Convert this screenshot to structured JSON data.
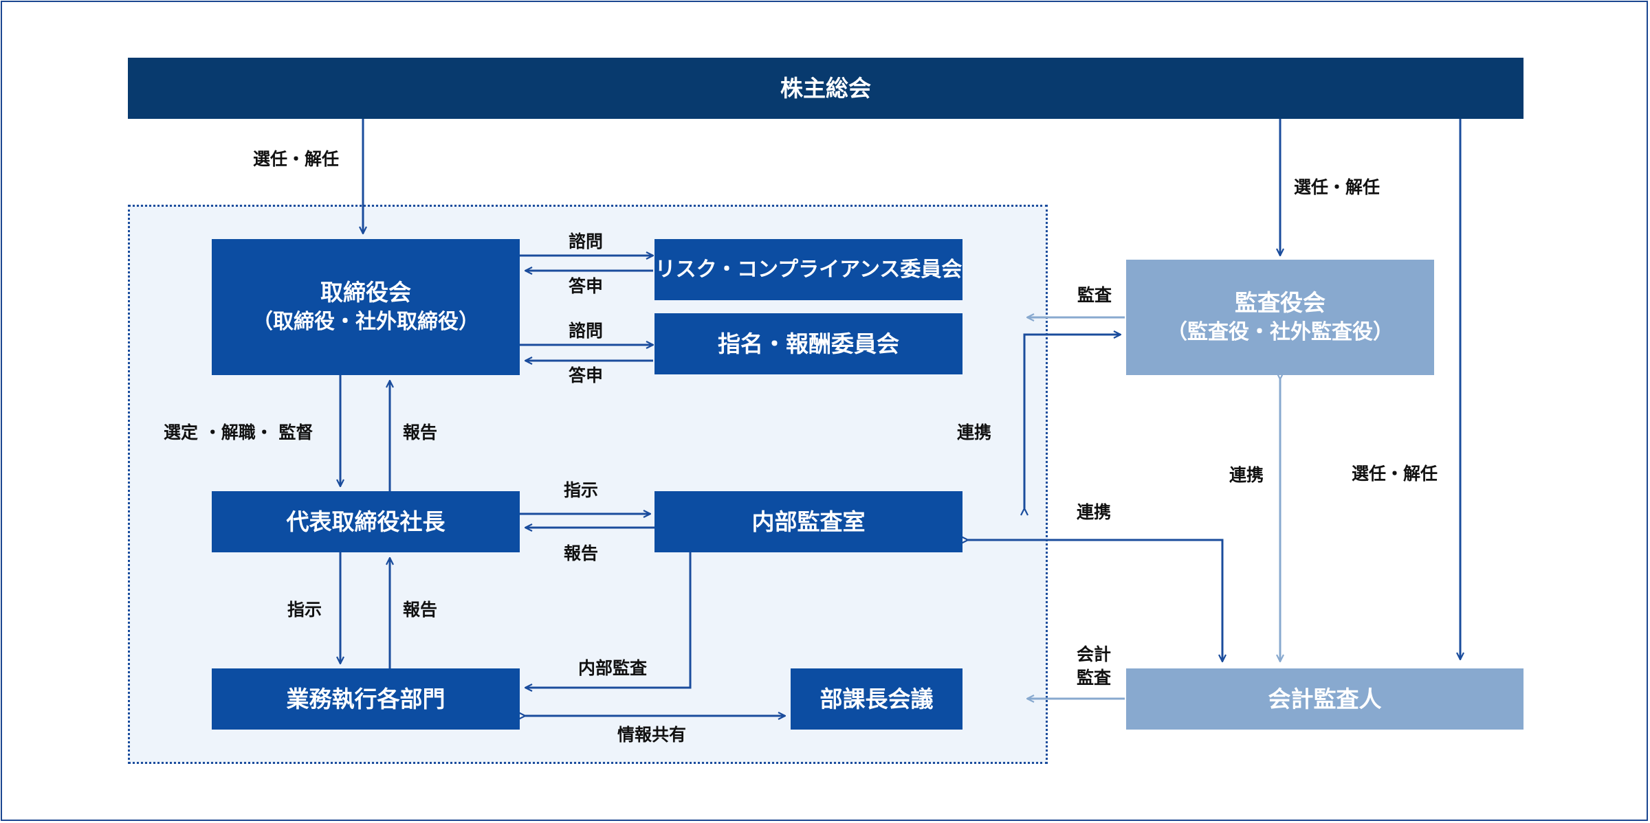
{
  "boxes": {
    "shareholders": "株主総会",
    "board_title": "取締役会",
    "board_sub": "（取締役・社外取締役）",
    "risk_committee": "リスク・コンプライアンス委員会",
    "nomination_committee": "指名・報酬委員会",
    "president": "代表取締役社長",
    "internal_audit_office": "内部監査室",
    "business_divisions": "業務執行各部門",
    "managers_meeting": "部課長会議",
    "auditors_board_title": "監査役会",
    "auditors_board_sub": "（監査役・社外監査役）",
    "accounting_auditor": "会計監査人"
  },
  "labels": {
    "appoint_dismiss_board": "選任・解任",
    "appoint_dismiss_auditors": "選任・解任",
    "appoint_dismiss_accounting": "選任・解任",
    "consult_risk": "諮問",
    "report_risk": "答申",
    "consult_nomination": "諮問",
    "report_nomination": "答申",
    "select_dismiss_supervise": "選定 ・解職・ 監督",
    "report_president_to_board": "報告",
    "instruct_audit_office": "指示",
    "report_audit_office": "報告",
    "instruct_divisions": "指示",
    "report_divisions": "報告",
    "internal_audit": "内部監査",
    "info_sharing": "情報共有",
    "audit": "監査",
    "cooperation_audit_office": "連携",
    "cooperation_auditors_accounting": "連携",
    "cooperation_audit_office_accounting": "連携",
    "accounting_audit_line1": "会計",
    "accounting_audit_line2": "監査"
  },
  "colors": {
    "dark_blue": "#0c4da2",
    "navy": "#083a6e",
    "light_blue": "#88a9cf",
    "panel_bg": "#eef4fb"
  }
}
